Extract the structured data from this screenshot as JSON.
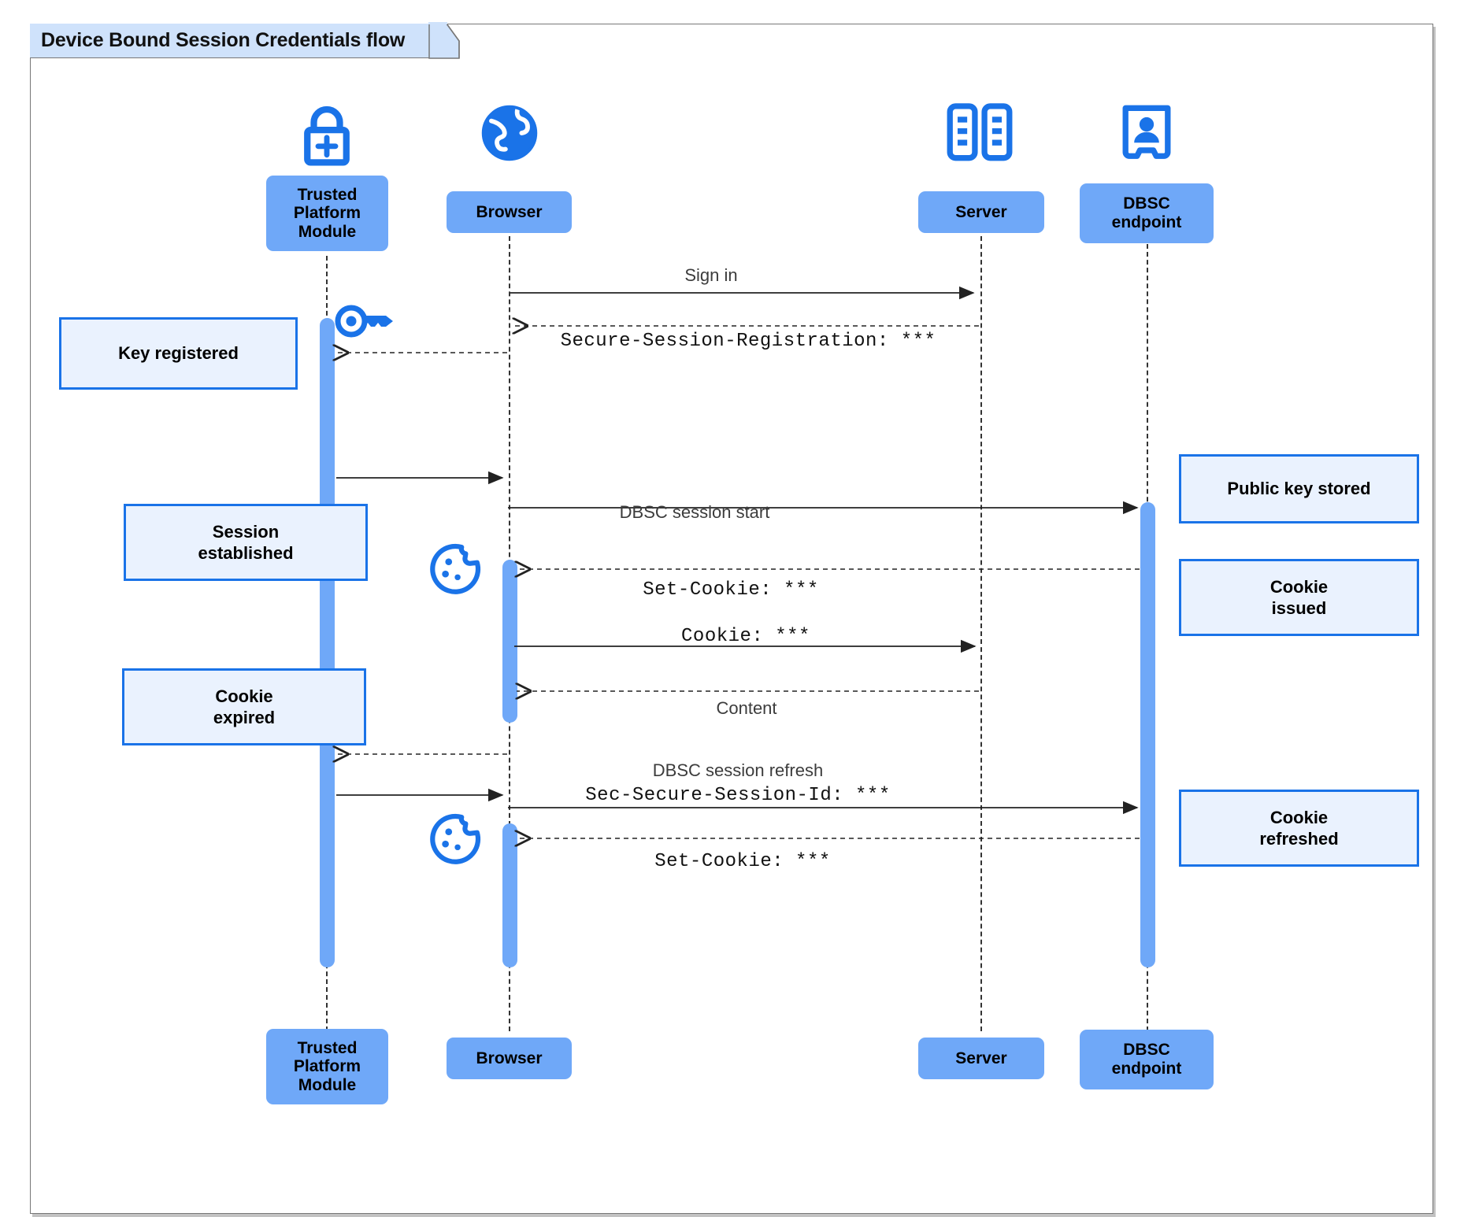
{
  "diagram": {
    "type": "uml-sequence-diagram",
    "title": "Device Bound Session Credentials flow",
    "colors": {
      "participant_fill": "#6fa8f8",
      "note_fill": "#eaf2fe",
      "note_border": "#1a73e8",
      "icon_blue": "#1a73e8",
      "activation_fill": "#6fa8f8",
      "frame_border": "#777777",
      "title_tab_fill": "#cfe2fb"
    },
    "participants": [
      {
        "id": "tpm",
        "label": "Trusted\nPlatform\nModule",
        "lines": [
          "Trusted",
          "Platform",
          "Module"
        ],
        "icon": "lock-plus-icon"
      },
      {
        "id": "browser",
        "label": "Browser",
        "lines": [
          "Browser"
        ],
        "icon": "globe-icon"
      },
      {
        "id": "server",
        "label": "Server",
        "lines": [
          "Server"
        ],
        "icon": "server-rack-icon"
      },
      {
        "id": "dbsc",
        "label": "DBSC\nendpoint",
        "lines": [
          "DBSC",
          "endpoint"
        ],
        "icon": "id-badge-icon"
      }
    ],
    "messages": [
      {
        "id": "m1",
        "from": "browser",
        "to": "server",
        "label": "Sign in",
        "style": "solid",
        "font": "sans"
      },
      {
        "id": "m2",
        "from": "server",
        "to": "browser",
        "label": "Secure-Session-Registration: ***",
        "style": "dashed",
        "font": "mono"
      },
      {
        "id": "m3",
        "from": "browser",
        "to": "tpm",
        "label": "",
        "style": "dashed",
        "font": "mono"
      },
      {
        "id": "m4",
        "from": "tpm",
        "to": "browser",
        "label": "",
        "style": "solid",
        "font": "sans"
      },
      {
        "id": "m5",
        "from": "browser",
        "to": "dbsc",
        "label": "DBSC session start",
        "style": "solid",
        "font": "sans"
      },
      {
        "id": "m6",
        "from": "dbsc",
        "to": "browser",
        "label": "Set-Cookie: ***",
        "style": "dashed",
        "font": "mono"
      },
      {
        "id": "m7",
        "from": "browser",
        "to": "server",
        "label": "Cookie: ***",
        "style": "solid",
        "font": "mono"
      },
      {
        "id": "m8",
        "from": "server",
        "to": "browser",
        "label": "Content",
        "style": "dashed",
        "font": "sans"
      },
      {
        "id": "m9",
        "from": "browser",
        "to": "tpm",
        "label": "",
        "style": "dashed",
        "font": "mono"
      },
      {
        "id": "m10",
        "from": "tpm",
        "to": "browser",
        "label": "",
        "style": "solid",
        "font": "sans"
      },
      {
        "id": "m11",
        "from": "browser",
        "to": "dbsc",
        "label": "DBSC session refresh",
        "label2": "Sec-Secure-Session-Id: ***",
        "style": "solid",
        "font": "sans"
      },
      {
        "id": "m12",
        "from": "dbsc",
        "to": "browser",
        "label": "Set-Cookie: ***",
        "style": "dashed",
        "font": "mono"
      }
    ],
    "notes": [
      {
        "id": "n1",
        "side": "left",
        "lines": [
          "Key registered"
        ],
        "text": "Key registered"
      },
      {
        "id": "n2",
        "side": "left",
        "lines": [
          "Session",
          "established"
        ],
        "text": "Session established"
      },
      {
        "id": "n3",
        "side": "left",
        "lines": [
          "Cookie",
          "expired"
        ],
        "text": "Cookie expired"
      },
      {
        "id": "n4",
        "side": "right",
        "lines": [
          "Public key stored"
        ],
        "text": "Public key stored"
      },
      {
        "id": "n5",
        "side": "right",
        "lines": [
          "Cookie",
          "issued"
        ],
        "text": "Cookie issued"
      },
      {
        "id": "n6",
        "side": "right",
        "lines": [
          "Cookie",
          "refreshed"
        ],
        "text": "Cookie refreshed"
      }
    ],
    "inline_icons": [
      {
        "id": "key-icon",
        "name": "key-icon",
        "near": "tpm"
      },
      {
        "id": "cookie-icon-1",
        "name": "cookie-icon",
        "near": "browser"
      },
      {
        "id": "cookie-icon-2",
        "name": "cookie-icon",
        "near": "browser"
      }
    ]
  }
}
